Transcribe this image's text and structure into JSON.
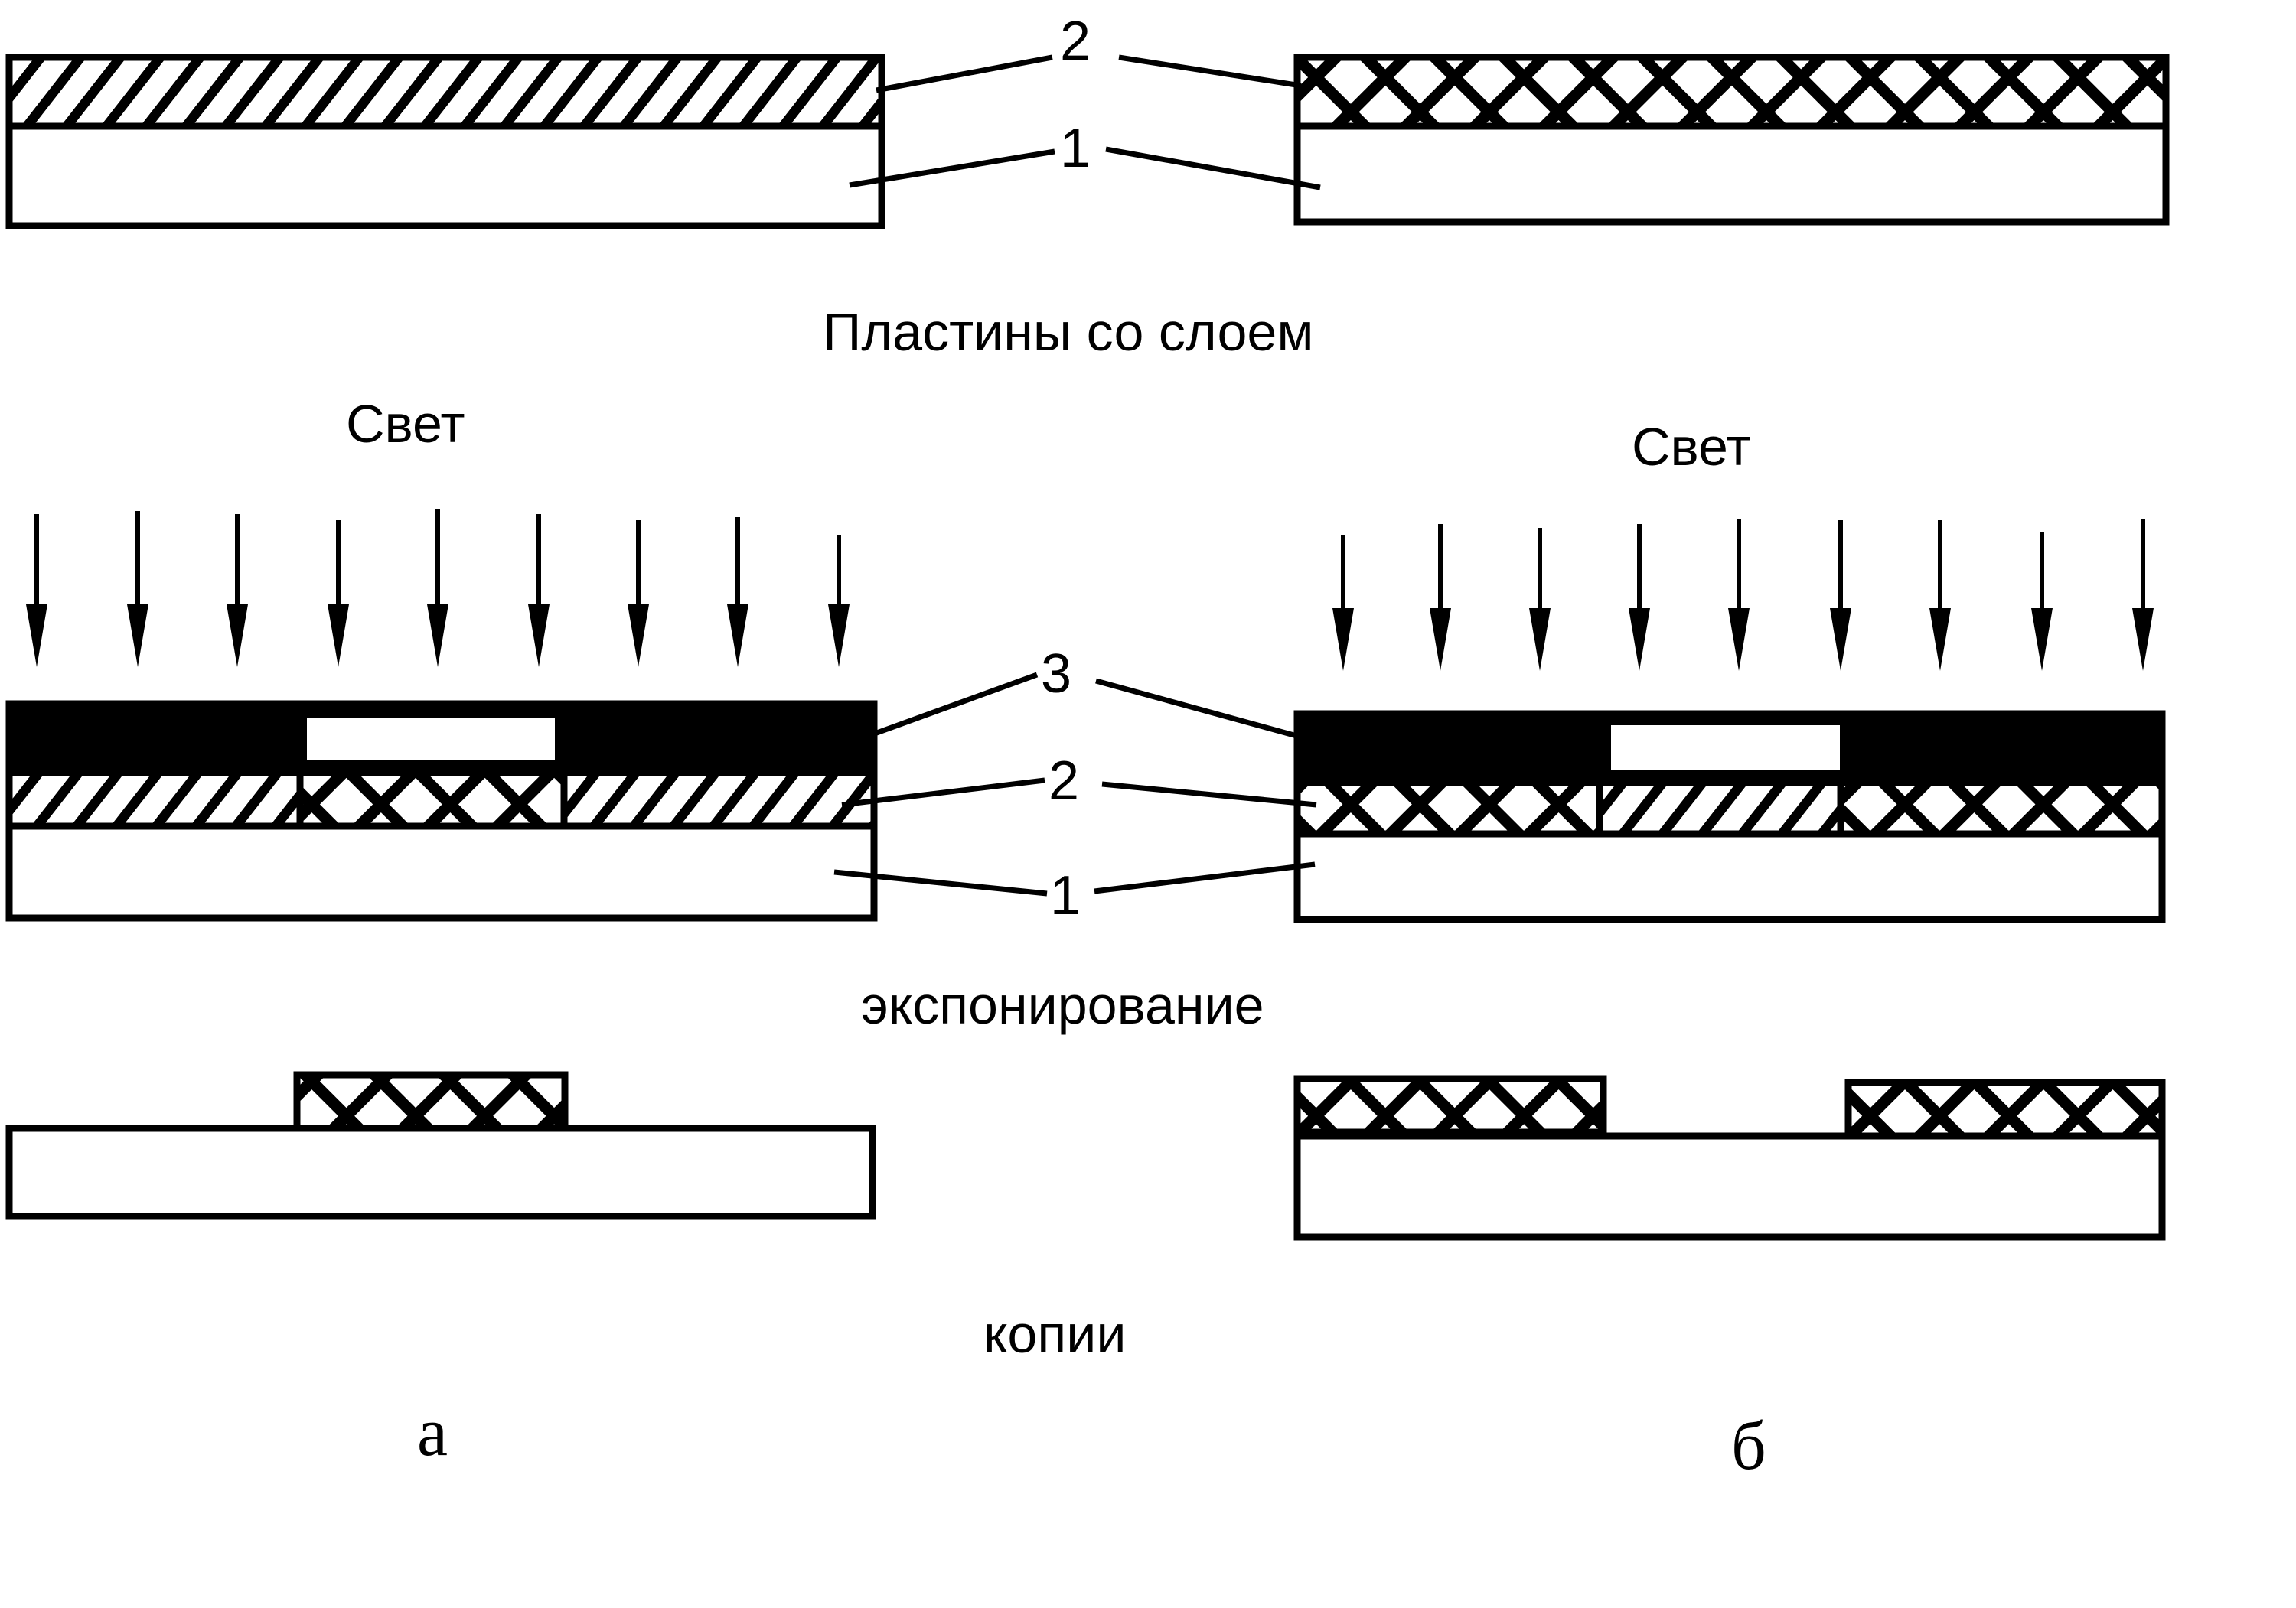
{
  "callouts": {
    "substrate": "1",
    "layer": "2",
    "mask": "3"
  },
  "captions": {
    "plates": "Пластины со слоем",
    "light_left": "Свет",
    "light_right": "Свет",
    "exposure": "экспонирование",
    "copies": "копии"
  },
  "variants": {
    "left": "а",
    "right": "б"
  }
}
